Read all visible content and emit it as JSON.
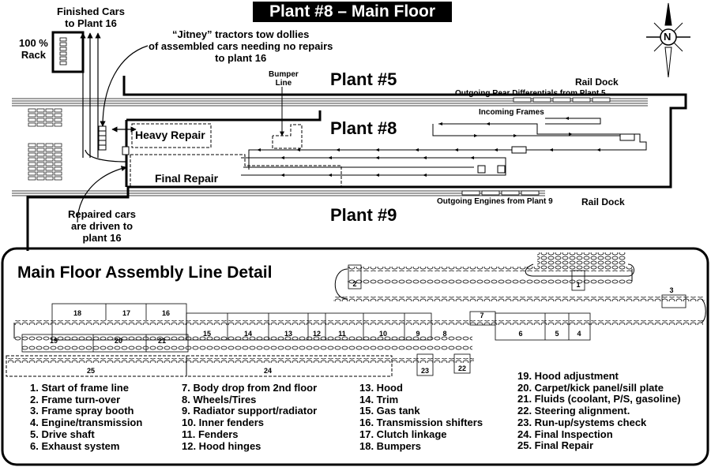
{
  "title": "Plant #8 – Main Floor",
  "plants": {
    "p5": "Plant #5",
    "p8": "Plant #8",
    "p9": "Plant #9"
  },
  "labels": {
    "finished_cars": "Finished Cars\nto Plant 16",
    "rack": "100 %\nRack",
    "jitney": "“Jitney” tractors tow dollies\nof assembled cars needing no repairs\nto plant 16",
    "bumper_line": "Bumper\nLine",
    "rail_dock_top": "Rail Dock",
    "rail_dock_bottom": "Rail Dock",
    "outgoing_rear": "Outgoing Rear Differentials from Plant 5",
    "incoming_frames": "Incoming Frames",
    "heavy_repair": "Heavy Repair",
    "final_repair": "Final Repair",
    "outgoing_engines": "Outgoing Engines from Plant 9",
    "repaired_cars": "Repaired cars\nare driven to\nplant 16",
    "compass": "N"
  },
  "detail": {
    "title": "Main Floor Assembly Line Detail",
    "station_numbers": [
      "1",
      "2",
      "3",
      "4",
      "5",
      "6",
      "7",
      "8",
      "9",
      "10",
      "11",
      "12",
      "13",
      "14",
      "15",
      "16",
      "17",
      "18",
      "19",
      "20",
      "21",
      "22",
      "23",
      "24",
      "25"
    ]
  },
  "legend": [
    [
      "1. Start of frame line",
      "2. Frame turn-over",
      "3. Frame spray booth",
      "4. Engine/transmission",
      "5. Drive shaft",
      "6. Exhaust system"
    ],
    [
      "7. Body drop from 2nd floor",
      "8. Wheels/Tires",
      "9. Radiator support/radiator",
      "10. Inner fenders",
      "11. Fenders",
      "12. Hood hinges"
    ],
    [
      "13. Hood",
      "14. Trim",
      "15. Gas tank",
      "16. Transmission shifters",
      "17. Clutch linkage",
      "18. Bumpers"
    ],
    [
      "19. Hood adjustment",
      "20. Carpet/kick panel/sill plate",
      "21. Fluids (coolant, P/S, gasoline)",
      "22. Steering alignment.",
      "23. Run-up/systems check",
      "24. Final Inspection",
      "25. Final Repair"
    ]
  ]
}
